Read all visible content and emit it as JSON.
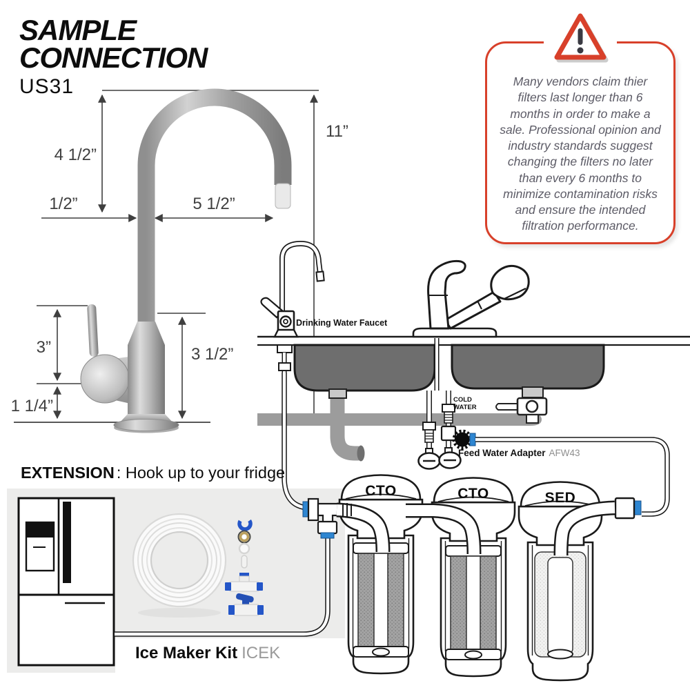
{
  "title": {
    "line1": "SAMPLE",
    "line2": "CONNECTION",
    "model": "US31"
  },
  "warning": {
    "text": "Many vendors claim thier filters last longer than 6 months in order to make a sale. Professional opinion and industry standards suggest changing the filters no later than every 6 months to minimize contamination risks and ensure the intended filtration performance."
  },
  "dimensions": {
    "upper_height": "4 1/2”",
    "total_height": "11”",
    "left_offset": "1/2”",
    "spout_reach": "5 1/2”",
    "handle_height": "3”",
    "body_height": "3 1/2”",
    "base_height": "1 1/4”"
  },
  "sink": {
    "drinking_faucet_label": "Drinking Water Faucet",
    "cold_water_line1": "COLD",
    "cold_water_line2": "WATER",
    "feed_adapter_label": "Feed Water Adapter",
    "feed_adapter_model": "AFW43"
  },
  "filters": {
    "labels": [
      "CTO",
      "CTO",
      "SED"
    ]
  },
  "extension": {
    "heading_bold": "EXTENSION",
    "heading_rest": ": Hook up to your fridge",
    "kit_label": "Ice Maker Kit",
    "kit_model": "ICEK"
  },
  "colors": {
    "warning_red": "#d8402a",
    "warning_text_gray": "#5c5b66",
    "sink_gray": "#6e6e6e",
    "pipe_gray": "#9c9c9c",
    "panel_gray": "#ececeb",
    "fitting_blue": "#2e86d1",
    "valve_navy": "#2450b5",
    "muted_text_gray": "#8f8f8f"
  }
}
